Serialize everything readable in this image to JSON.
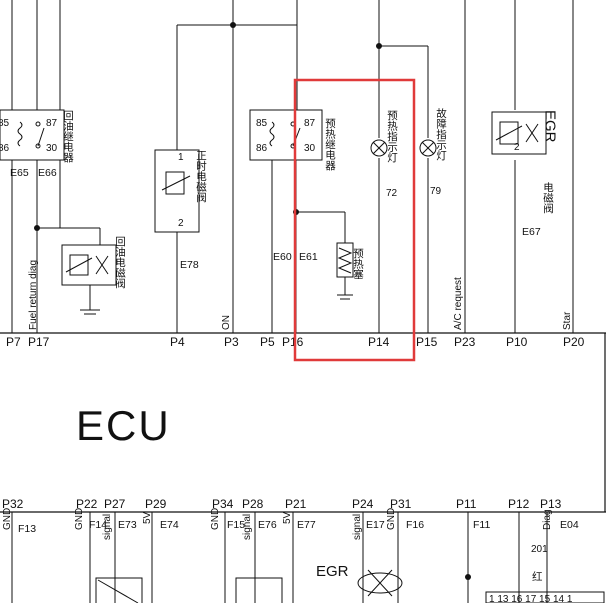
{
  "ecu_label": "ECU",
  "top_pins": [
    "P7",
    "P17",
    "P4",
    "P3",
    "P5",
    "P16",
    "P14",
    "P15",
    "P23",
    "P10",
    "P20"
  ],
  "bottom_pins": [
    "P32",
    "P22",
    "P27",
    "P29",
    "P34",
    "P28",
    "P21",
    "P24",
    "P31",
    "P11",
    "P12",
    "P13"
  ],
  "connectors_top": [
    "E65",
    "E66",
    "E78",
    "E60",
    "E61",
    "E67"
  ],
  "connectors_bottom": [
    "F13",
    "F14",
    "E73",
    "E74",
    "F15",
    "E76",
    "E77",
    "E17",
    "F16",
    "F11",
    "E04"
  ],
  "relay_left": {
    "pins": [
      "85",
      "86",
      "87",
      "30"
    ],
    "name": "回油继电器"
  },
  "relay_mid": {
    "pins": [
      "85",
      "86",
      "87",
      "30"
    ],
    "name": "预热继电器"
  },
  "coil_number": "2",
  "coil_number_1": "1",
  "lamp_numbers": [
    "72",
    "79"
  ],
  "vertical_labels": {
    "fuel_return_diag": "Fuel return diag",
    "on": "ON",
    "ac_request": "A/C request",
    "star": "Star",
    "diag": "Diag",
    "gnd": "GND",
    "signal": "signal",
    "five_v": "5V"
  },
  "chinese_labels": {
    "preheat_lamp": "预热指示灯",
    "fault_lamp": "故障指示灯",
    "preheat_plug": "预热塞",
    "egr_valve": "电磁阀",
    "return_valve": "回油电磁阀",
    "fuel_valve": "正时电磁阀",
    "egr_letters": "EGR"
  },
  "bottom_misc": {
    "n201": "201",
    "hong": "红",
    "box_nums": "1 13 16 17 15 14 1"
  },
  "highlight_color": "#e03a3a"
}
